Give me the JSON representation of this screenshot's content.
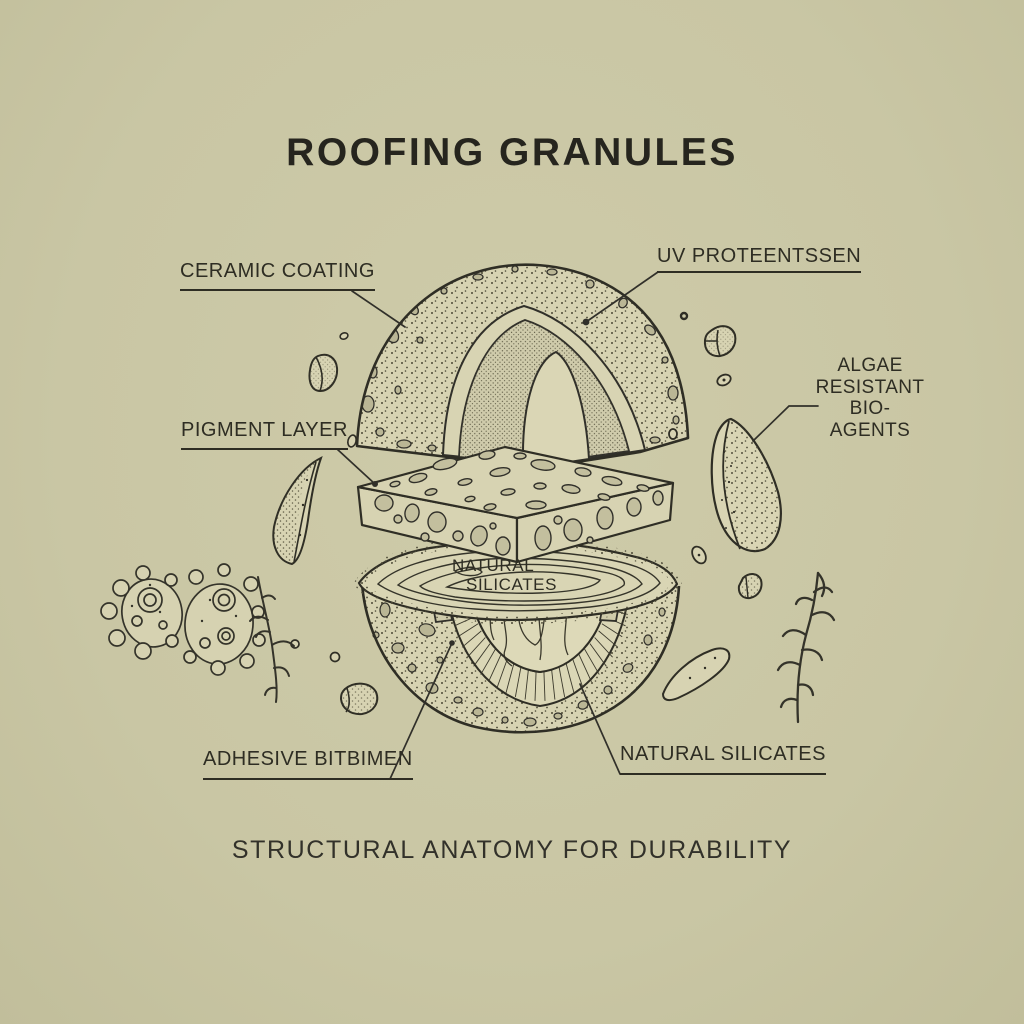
{
  "title": "ROOFING GRANULES",
  "caption": "STRUCTURAL ANATOMY FOR DURABILITY",
  "labels": {
    "ceramic": "CERAMIC COATING",
    "uv": "UV PROTEENTSSEN",
    "algae": [
      "ALGAE",
      "RESISTANT",
      "BIO-AGENTS"
    ],
    "pigment": "PIGMENT LAYER",
    "core_center": [
      "NATURAL",
      "SILICATES"
    ],
    "adhesive": "ADHESIVE BITBIMEN",
    "silicates": "NATURAL SILICATES"
  },
  "colors": {
    "background": "#cac7a5",
    "ink": "#2f2e25",
    "paper_light": "#d8d4b3",
    "stipple": "#4c4936"
  }
}
